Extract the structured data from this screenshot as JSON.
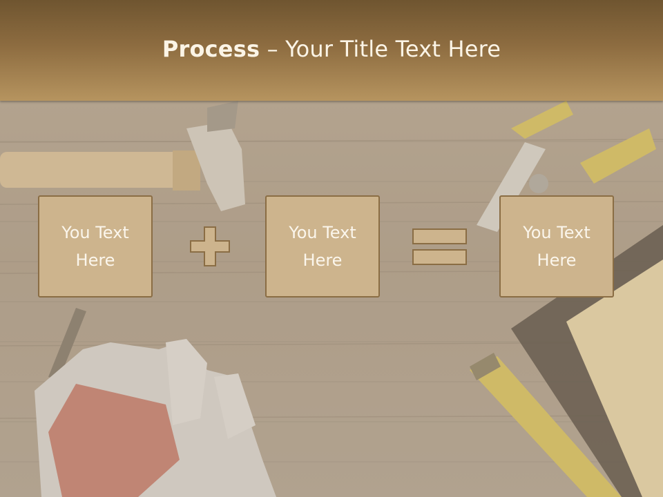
{
  "slide": {
    "title_bold": "Process",
    "title_rest": " – Your Title Text Here"
  },
  "boxes": [
    {
      "text": "You Text Here"
    },
    {
      "text": "You Text Here"
    },
    {
      "text": "You Text Here"
    }
  ],
  "operators": [
    "plus-icon",
    "equals-icon"
  ],
  "colors": {
    "header_top": "#6f5530",
    "header_bottom": "#b6945f",
    "box_fill": "#cdb48d",
    "box_border": "#8a6d44",
    "text": "#fbf6ec"
  }
}
